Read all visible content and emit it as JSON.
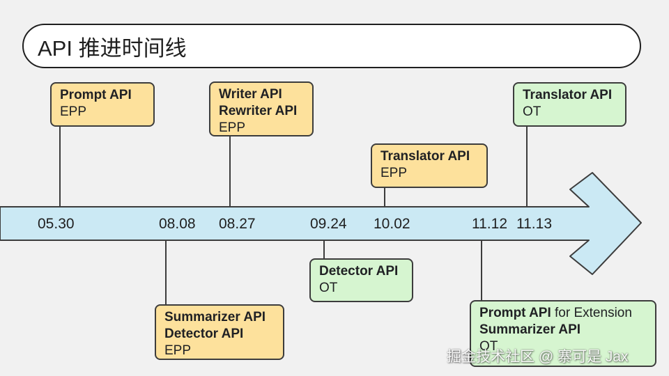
{
  "title": "API 推进时间线",
  "colors": {
    "arrow_fill": "#cbe9f4",
    "epp_card": "#fde19c",
    "ot_card": "#d6f5d0",
    "outline": "#3c3c3c"
  },
  "dates": [
    "05.30",
    "08.08",
    "08.27",
    "09.24",
    "10.02",
    "11.12",
    "11.13"
  ],
  "cards": [
    {
      "date": "05.30",
      "apis": [
        "Prompt API"
      ],
      "status": "EPP"
    },
    {
      "date": "08.08",
      "apis": [
        "Summarizer API",
        "Detector API"
      ],
      "status": "EPP"
    },
    {
      "date": "08.27",
      "apis": [
        "Writer API",
        "Rewriter API"
      ],
      "status": "EPP"
    },
    {
      "date": "09.24",
      "apis": [
        "Detector API"
      ],
      "status": "OT"
    },
    {
      "date": "10.02",
      "apis": [
        "Translator API"
      ],
      "status": "EPP"
    },
    {
      "date": "11.12",
      "apis": [
        "Prompt API",
        "Summarizer API"
      ],
      "api_suffix": " for Extension",
      "status": "OT"
    },
    {
      "date": "11.13",
      "apis": [
        "Translator API"
      ],
      "status": "OT"
    }
  ],
  "watermark": "掘金技术社区 @ 寨可是 Jax"
}
